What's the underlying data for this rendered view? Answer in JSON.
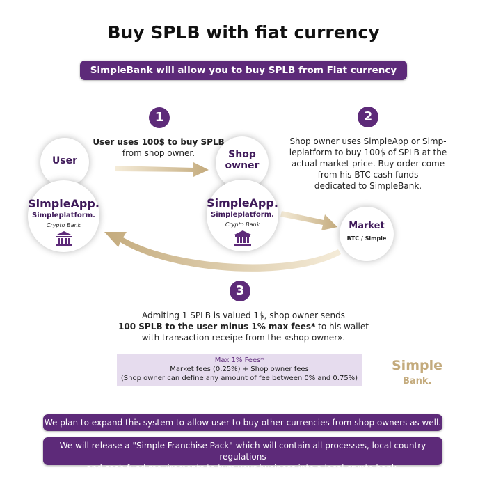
{
  "title": "Buy SPLB with fiat currency",
  "subtitle": "SimpleBank will allow you to buy SPLB from Fiat currency",
  "steps": [
    {
      "number": "1",
      "lines": [
        "User uses 100$ to buy SPLB",
        "from shop owner."
      ]
    },
    {
      "number": "2",
      "lines": [
        "Shop owner uses SimpleApp or Simp-",
        "leplatform to buy 100$ of SPLB at the",
        "actual market price. Buy order come",
        "from his BTC cash funds",
        "dedicated to SimpleBank."
      ]
    },
    {
      "number": "3",
      "lines": [
        "Admiting 1 SPLB is valued 1$, shop owner sends",
        "100 SPLB to the user minus 1% max fees*",
        " to his wallet",
        "with transaction receipe from the «shop owner»."
      ]
    }
  ],
  "nodes": {
    "user": "User",
    "shop_owner_line1": "Shop",
    "shop_owner_line2": "owner",
    "market": "Market",
    "market_sub": "BTC / Simple"
  },
  "brand": {
    "app": "SimpleApp.",
    "platform": "Simpleplatform.",
    "crypto_bank": "Crypto Bank",
    "icon": "bank-icon"
  },
  "fees": {
    "title": "Max 1% Fees*",
    "line1": "Market fees (0.25%) +  Shop owner fees",
    "line2": "(Shop owner can define any amount of fee between 0% and 0.75%)"
  },
  "logo": {
    "line1": "Simple",
    "line2": "Bank."
  },
  "footer": {
    "note1": "We plan to expand this system to allow user to buy other currencies from shop owners as well.",
    "note2_line1": "We will release a \"Simple Franchise Pack\" which will contain all processes, local country regulations",
    "note2_line2": "and cash fund requirements to turn your business into a local crypto bank."
  },
  "colors": {
    "purple": "#5d2a79",
    "gold": "#c4ab7d",
    "fees_bg": "#e6dcee"
  }
}
